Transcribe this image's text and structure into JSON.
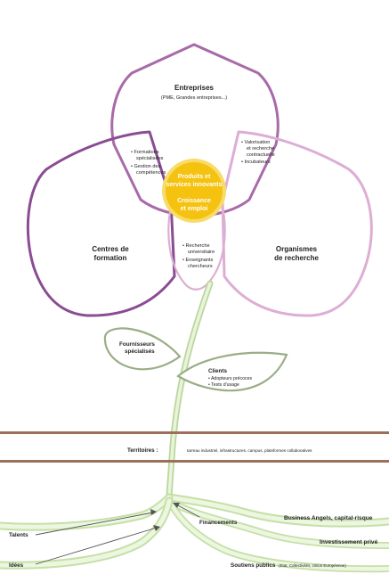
{
  "petals": {
    "top": {
      "title": "Entreprises",
      "subtitle": "(PME, Grandes entreprises...)"
    },
    "left": {
      "line1": "Centres de",
      "line2": "formation"
    },
    "right": {
      "line1": "Organismes",
      "line2": "de recherche"
    }
  },
  "overlaps": {
    "left_top": [
      "• Formations",
      "spécialisées",
      "• Gestion des",
      "compétences"
    ],
    "right_top": [
      "• Valorisation",
      "et recherche",
      "contractuelle",
      "• Incubateurs"
    ],
    "bottom": [
      "• Recherche",
      "universitaire",
      "• Enseignants",
      "chercheurs"
    ]
  },
  "center": {
    "line1": "Produits et",
    "line2": "services innovants",
    "line3": "Croissance",
    "line4": "et emploi"
  },
  "leaves": {
    "left": {
      "line1": "Fournisseurs",
      "line2": "spécialisés"
    },
    "right": {
      "title": "Clients",
      "items": [
        "• Adopteurs précoces",
        "• Tests d'usage"
      ]
    }
  },
  "territories": {
    "label": "Territoires :",
    "text": "tarreau industriel, infrastructures, campus, plateformes collaboratives"
  },
  "roots": {
    "talents": "Talents",
    "idees": "Idées",
    "financements": "Financements",
    "business_angels": "Business Angels, capital-risque",
    "investissement": "Investissement privé",
    "soutiens": "Soutiens publics",
    "soutiens_detail": "(Etat, Collectivités, Union Européenne)"
  },
  "colors": {
    "petal_top": "#a86aa8",
    "petal_left": "#8a4c93",
    "petal_right": "#dcaed4",
    "center_circle": "#f4c20f",
    "center_ring": "#f7dc6a",
    "stem": "#dfeecb",
    "stem_edge": "#b9d79a",
    "leaf_stroke": "#9aae86",
    "territory_band": "#9b6f5a"
  }
}
